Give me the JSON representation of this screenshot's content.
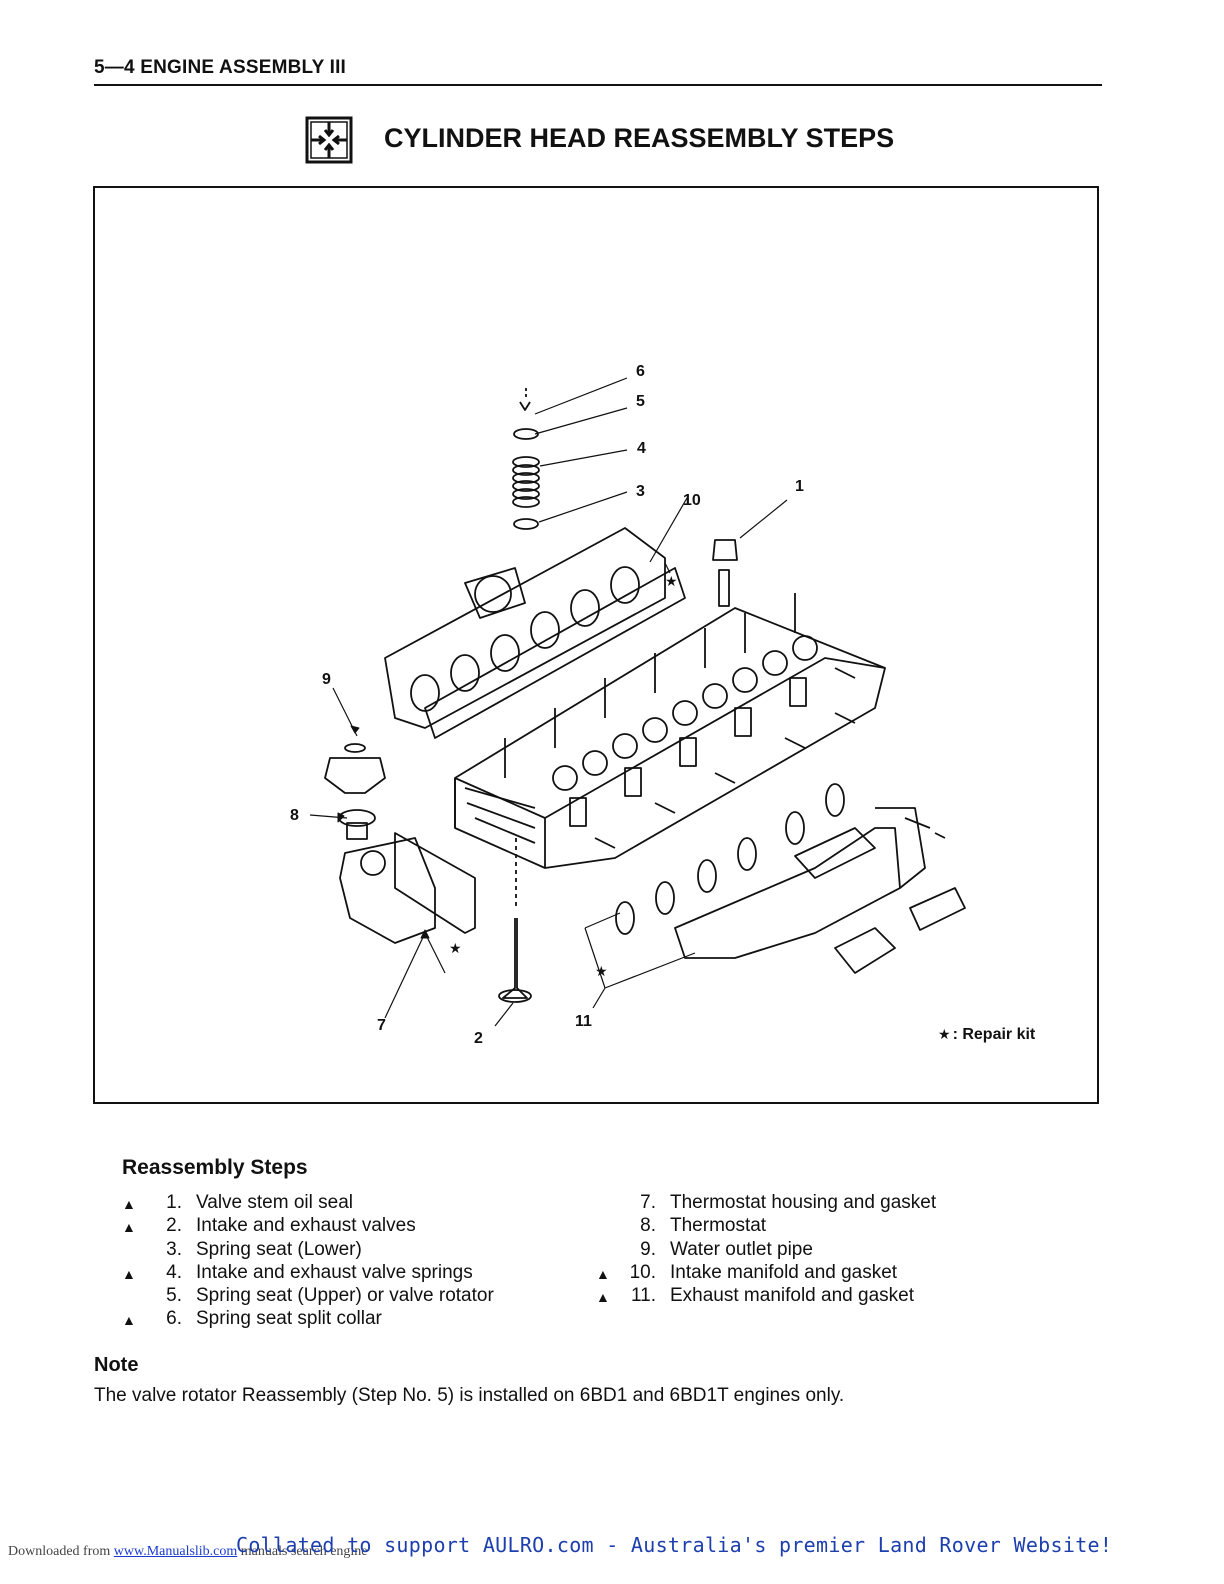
{
  "header": {
    "section": "5—4 ENGINE ASSEMBLY III"
  },
  "title": {
    "text": "CYLINDER HEAD REASSEMBLY STEPS",
    "icon": "reassembly-arrows-icon"
  },
  "figure": {
    "callouts": [
      "6",
      "5",
      "4",
      "3",
      "10",
      "1",
      "9",
      "8",
      "7",
      "2",
      "11"
    ],
    "legend": {
      "symbol": "★",
      "text": ": Repair kit"
    }
  },
  "reassembly": {
    "title": "Reassembly Steps",
    "left": [
      {
        "mark": "▲",
        "num": "1.",
        "text": "Valve stem oil seal"
      },
      {
        "mark": "▲",
        "num": "2.",
        "text": "Intake and exhaust valves"
      },
      {
        "mark": "",
        "num": "3.",
        "text": "Spring seat (Lower)"
      },
      {
        "mark": "▲",
        "num": "4.",
        "text": "Intake and exhaust valve springs"
      },
      {
        "mark": "",
        "num": "5.",
        "text": "Spring seat (Upper) or valve rotator"
      },
      {
        "mark": "▲",
        "num": "6.",
        "text": "Spring seat split collar"
      }
    ],
    "right": [
      {
        "mark": "",
        "num": "7.",
        "text": "Thermostat housing and gasket"
      },
      {
        "mark": "",
        "num": "8.",
        "text": "Thermostat"
      },
      {
        "mark": "",
        "num": "9.",
        "text": "Water outlet pipe"
      },
      {
        "mark": "▲",
        "num": "10.",
        "text": "Intake manifold and gasket"
      },
      {
        "mark": "▲",
        "num": "11.",
        "text": "Exhaust manifold and gasket"
      }
    ]
  },
  "note": {
    "title": "Note",
    "text": "The valve rotator Reassembly (Step No. 5) is installed on 6BD1 and 6BD1T engines only."
  },
  "footer": {
    "prefix": "Downloaded from ",
    "link": "www.Manualslib.com",
    "suffix": " manuals search engine",
    "banner": "Collated to support AULRO.com - Australia's premier Land Rover Website!"
  }
}
